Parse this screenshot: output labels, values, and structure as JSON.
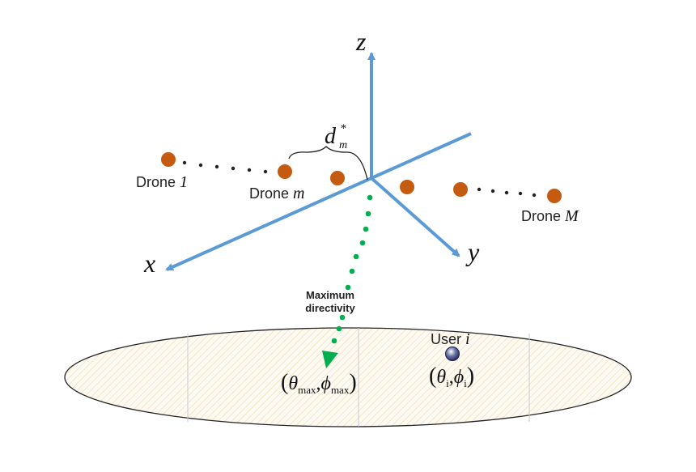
{
  "axes": {
    "z": "z",
    "x": "x",
    "y": "y"
  },
  "drones": {
    "first": {
      "name": "Drone",
      "index": "1"
    },
    "m": {
      "name": "Drone",
      "index": "m"
    },
    "last": {
      "name": "Drone",
      "index": "M"
    }
  },
  "distance": {
    "symbol": "d",
    "sub": "m",
    "sup": "*"
  },
  "beam": {
    "label_line1": "Maximum",
    "label_line2": "directivity"
  },
  "max_angle": {
    "open": "(",
    "theta": "θ",
    "theta_sub": "max",
    "comma": ",",
    "phi": "ϕ",
    "phi_sub": "max",
    "close": ")"
  },
  "user": {
    "name": "User",
    "index": "i"
  },
  "user_angle": {
    "open": "(",
    "theta": "θ",
    "theta_sub": "i",
    "comma": ",",
    "phi": "ϕ",
    "phi_sub": "i",
    "close": ")"
  },
  "colors": {
    "axis": "#5b9bd5",
    "drone": "#c55a11",
    "beam": "#00b050",
    "ground_stroke": "#222222",
    "hatch": "#f2d9a8"
  }
}
